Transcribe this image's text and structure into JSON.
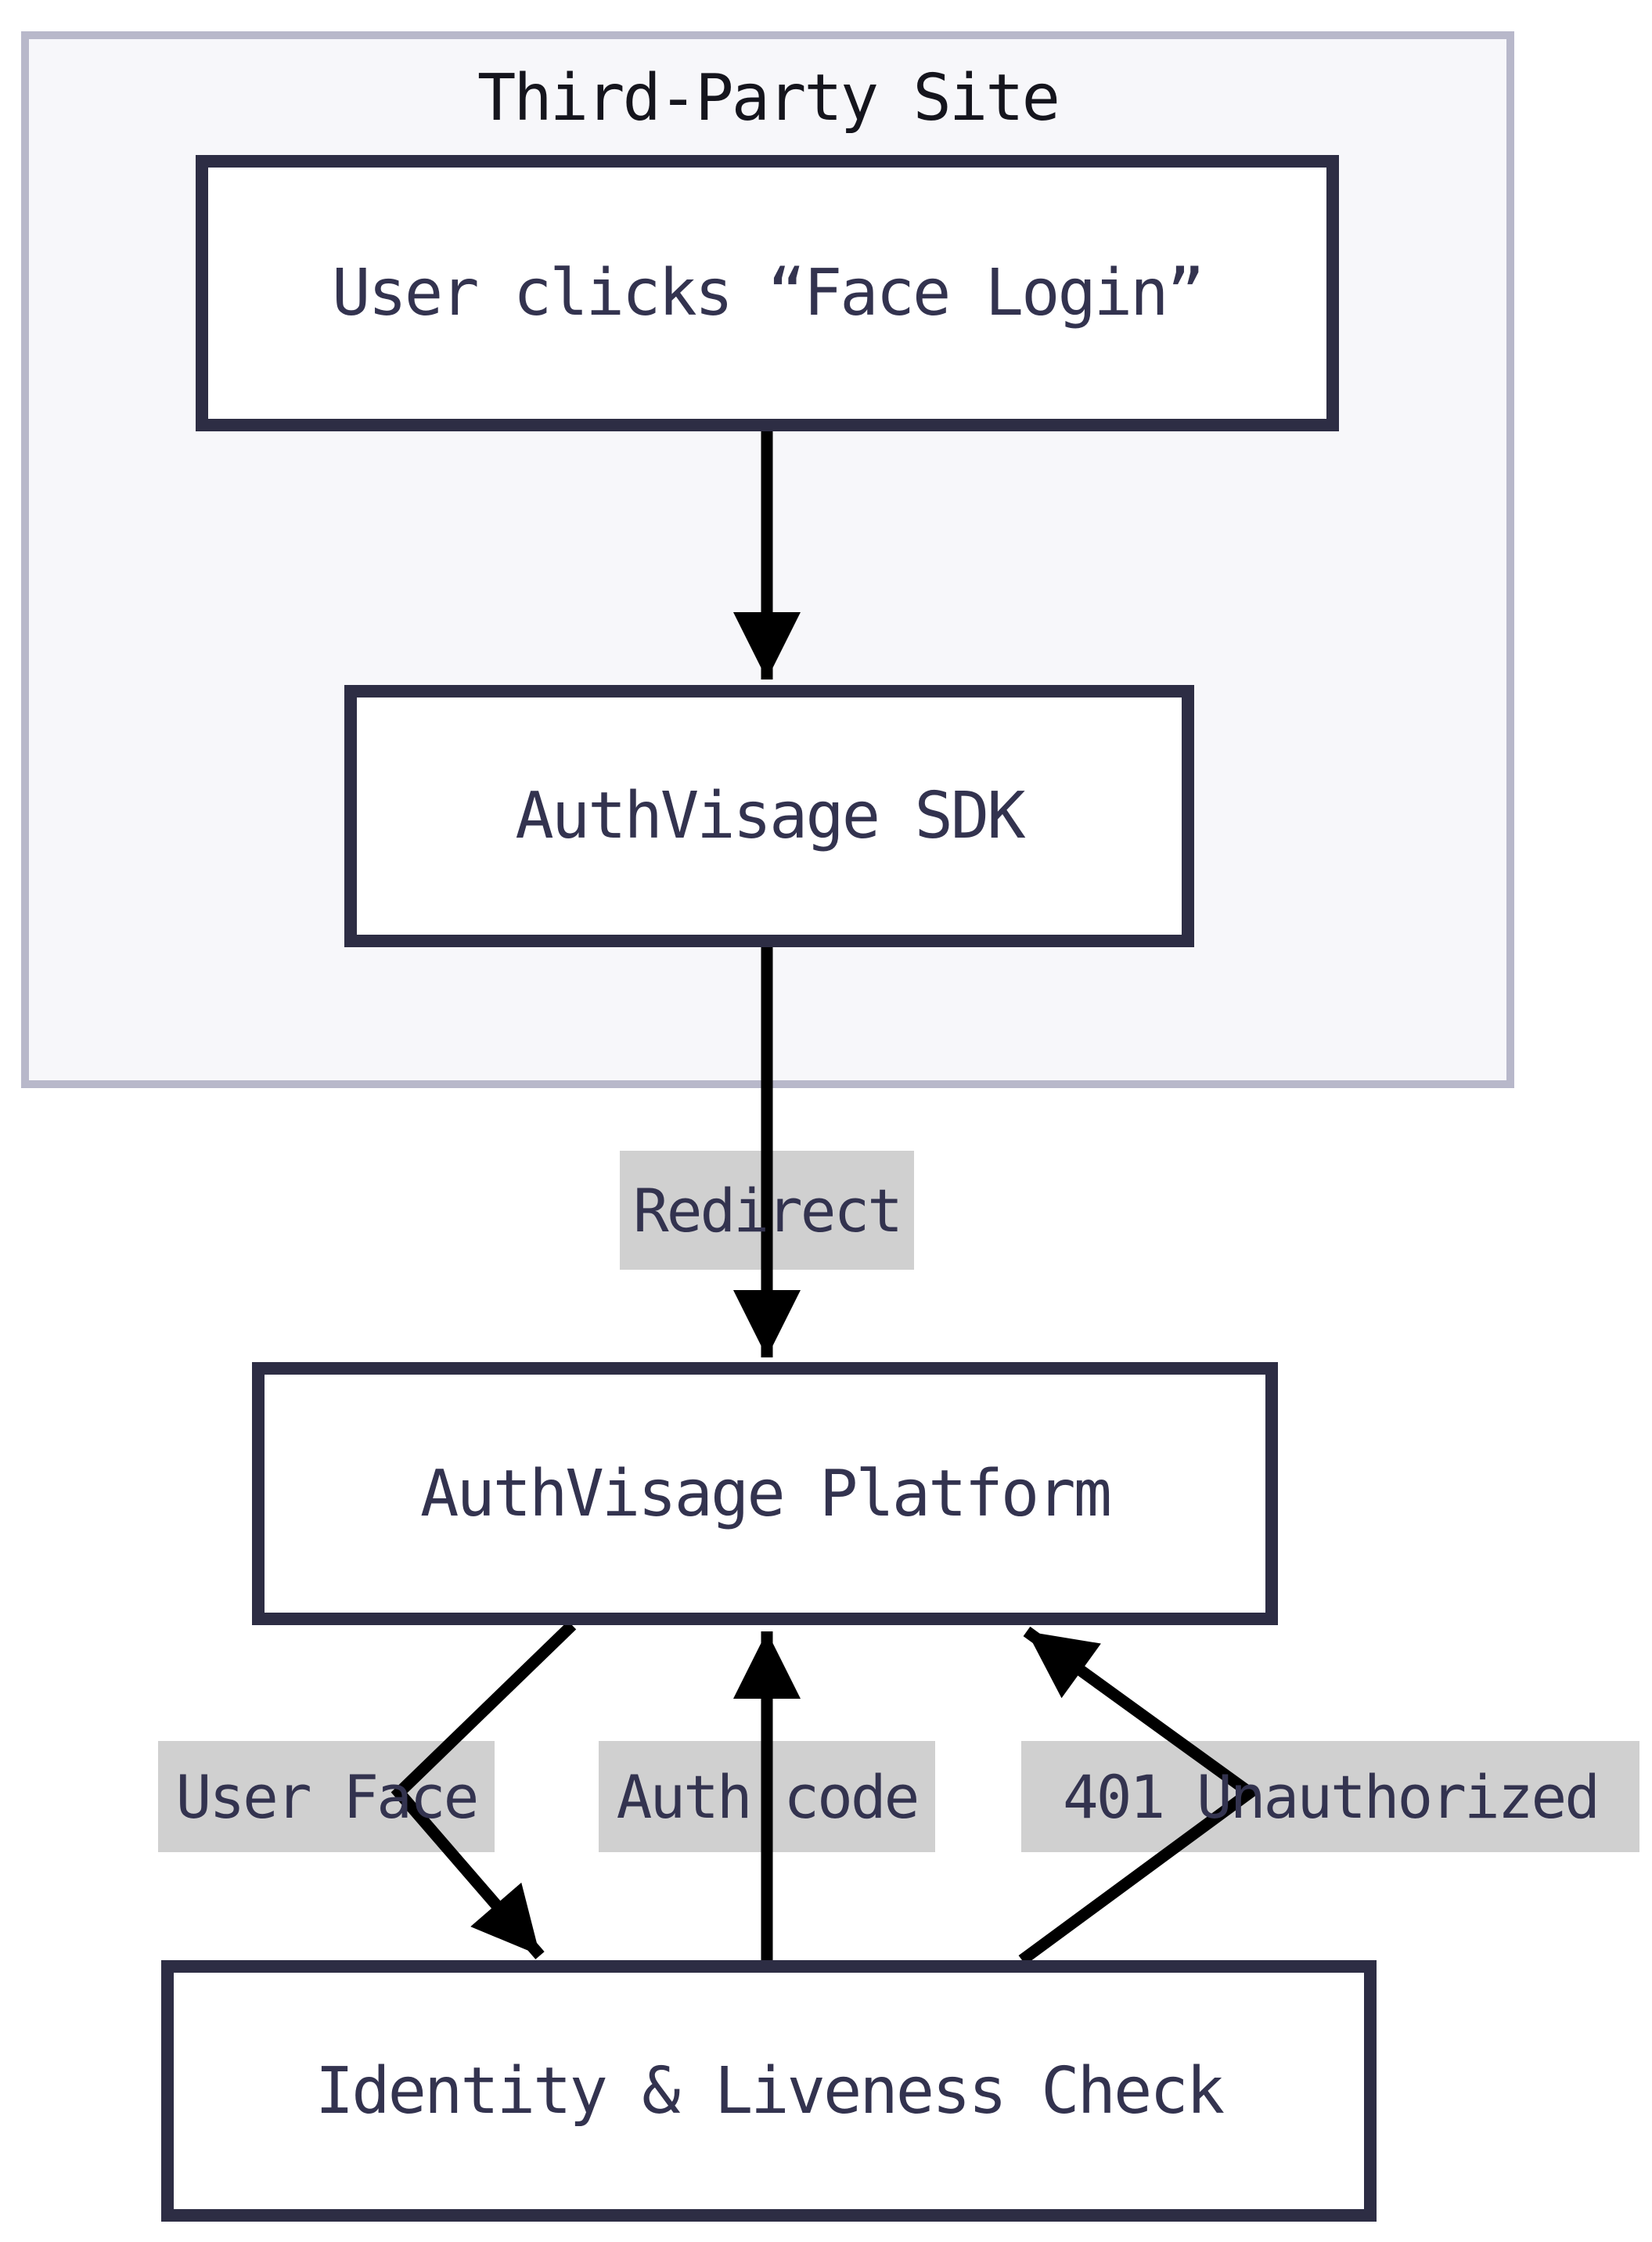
{
  "diagram": {
    "subgraph": {
      "title": "Third-Party Site"
    },
    "nodes": {
      "user_clicks": "User clicks “Face Login”",
      "sdk": "AuthVisage SDK",
      "platform": "AuthVisage Platform",
      "identity": "Identity & Liveness Check"
    },
    "edge_labels": {
      "redirect": "Redirect",
      "user_face": "User Face",
      "auth_code": "Auth code",
      "unauthorized": "401 Unauthorized"
    },
    "colors": {
      "subgraph_bg": "#f7f7fa",
      "subgraph_border": "#b8b8ca",
      "node_bg": "#ffffff",
      "node_border": "#2d2d44",
      "node_text": "#33334f",
      "title_text": "#15151d",
      "edge": "#000000",
      "edge_label_bg": "#d0d0d0",
      "edge_label_text": "#33334f"
    }
  }
}
